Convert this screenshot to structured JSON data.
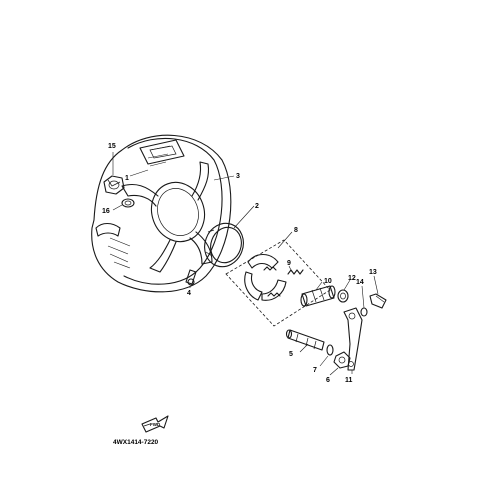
{
  "diagram": {
    "part_code": "4WX1414-7220",
    "direction_arrow_label": "FWD",
    "callouts": [
      "1",
      "2",
      "3",
      "4",
      "5",
      "6",
      "7",
      "8",
      "9",
      "10",
      "11",
      "12",
      "13",
      "14",
      "15",
      "16"
    ]
  },
  "colors": {
    "line": "#1a1a1a",
    "background": "#ffffff"
  }
}
